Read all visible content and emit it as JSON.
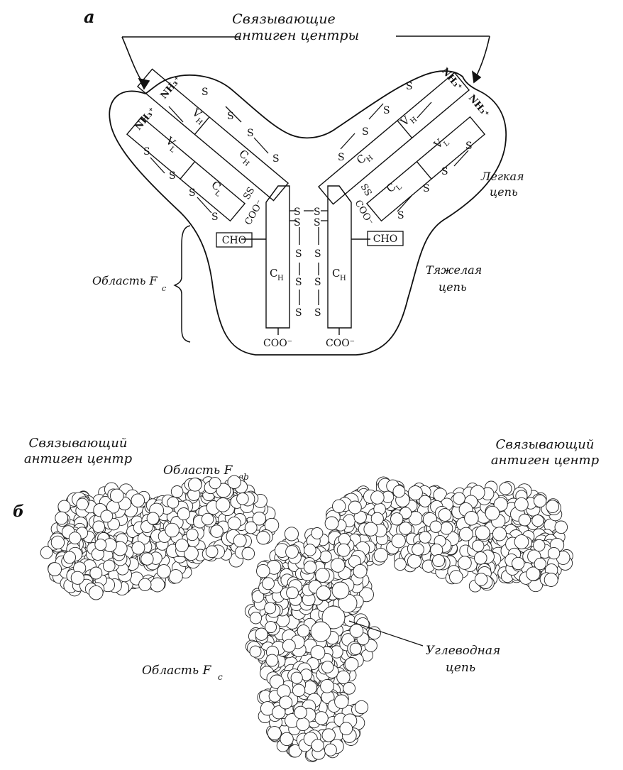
{
  "panel_a": {
    "letter": "а",
    "title_line1": "Связывающие",
    "title_line2": "антиген центры",
    "nh3": "NH₃⁺",
    "vh": "V",
    "vh_sub": "H",
    "vl": "V",
    "vl_sub": "L",
    "ch": "C",
    "ch_sub": "H",
    "cl": "C",
    "cl_sub": "L",
    "s": "S",
    "ss": "SS",
    "coo": "COO⁻",
    "cho": "CHO",
    "light_chain_1": "Легкая",
    "light_chain_2": "цепь",
    "heavy_chain_1": "Тяжелая",
    "heavy_chain_2": "цепь",
    "fc_region": "Область F",
    "fc_sub": "c"
  },
  "panel_b": {
    "letter": "б",
    "site_left_1": "Связывающий",
    "site_left_2": "антиген центр",
    "site_right_1": "Связывающий",
    "site_right_2": "антиген центр",
    "fab_region": "Область F",
    "fab_sub": "ab",
    "carb_1": "Углеводная",
    "carb_2": "цепь",
    "fc_region": "Область F",
    "fc_sub": "c"
  }
}
